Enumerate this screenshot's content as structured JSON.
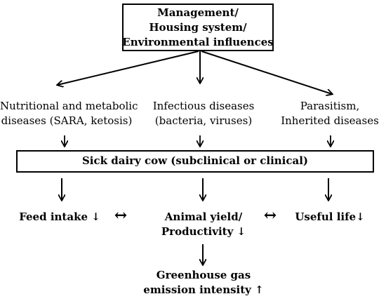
{
  "top_box": {
    "lines": [
      "Management/",
      "Housing system/",
      "Environmental influences"
    ]
  },
  "causes": {
    "nutritional": [
      "Nutritional and metabolic",
      "diseases (SARA, ketosis)"
    ],
    "infectious": [
      "Infectious diseases",
      "(bacteria, viruses)"
    ],
    "parasitism": [
      "Parasitism,",
      "Inherited  diseases"
    ]
  },
  "sick_cow_box": {
    "label": "Sick dairy cow (subclinical or clinical)"
  },
  "effects": {
    "feed_intake": "Feed intake ↓",
    "animal_yield": [
      "Animal yield/",
      "Productivity ↓"
    ],
    "useful_life": "Useful life↓",
    "double_arrow": "↔"
  },
  "outcome": {
    "lines": [
      "Greenhouse gas",
      "emission intensity ↑"
    ]
  }
}
